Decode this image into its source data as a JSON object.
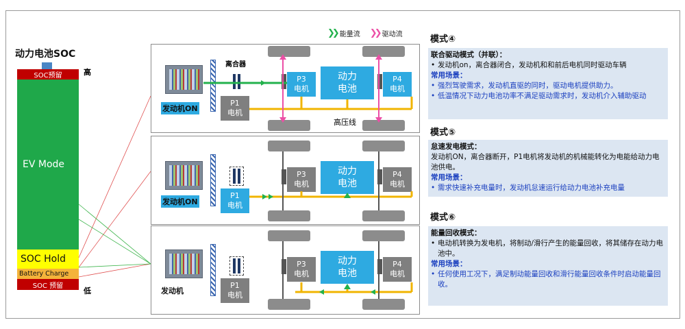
{
  "soc": {
    "title": "动力电池SOC",
    "top_reserve": "SOC预留",
    "ev_mode": "EV Mode",
    "soc_hold": "SOC Hold",
    "battery_charge": "Battery Charge",
    "bottom_reserve": "SOC 预留",
    "high": "高",
    "low": "低"
  },
  "legend": {
    "energy_flow": "能量流",
    "drive_flow": "驱动流",
    "energy_color": "#22b14c",
    "drive_color": "#ec4fa6"
  },
  "diagram": {
    "clutch_label": "离合器",
    "hv_label": "高压线",
    "battery_label": "动力\n电池",
    "p1": "P1\n电机",
    "p3": "P3\n电机",
    "p4": "P4\n电机",
    "panels": [
      {
        "engine": "发动机ON"
      },
      {
        "engine": "发动机ON"
      },
      {
        "engine": "发动机"
      }
    ]
  },
  "modes": [
    {
      "heading": "模式④",
      "name": "联合驱动模式（并联）：",
      "desc": [
        "发动机on，离合器闭合，发动机和和前后电机同时驱动车辆"
      ],
      "scenario_title": "常用场景：",
      "scenarios": [
        "强烈驾驶需求，发动机直驱的同时，驱动电机提供助力。",
        "低温情况下动力电池功率不满足驱动需求时，发动机介入辅助驱动"
      ]
    },
    {
      "heading": "模式⑤",
      "name": "怠速发电模式：",
      "desc_plain": "发动机ON，离合器断开，P1电机将发动机的机械能转化为电能给动力电池供电。",
      "scenario_title": "常用场景：",
      "scenarios": [
        "需求快速补充电量时，发动机怠速运行给动力电池补充电量"
      ]
    },
    {
      "heading": "模式⑥",
      "name": "能量回收模式：",
      "desc": [
        "电动机转换为发电机，将制动/滑行产生的能量回收，将其储存在动力电池中。"
      ],
      "scenario_title": "常用场景：",
      "scenarios": [
        "任何使用工况下，满足制动能量回收和滑行能量回收条件时启动能量回收。"
      ]
    }
  ]
}
